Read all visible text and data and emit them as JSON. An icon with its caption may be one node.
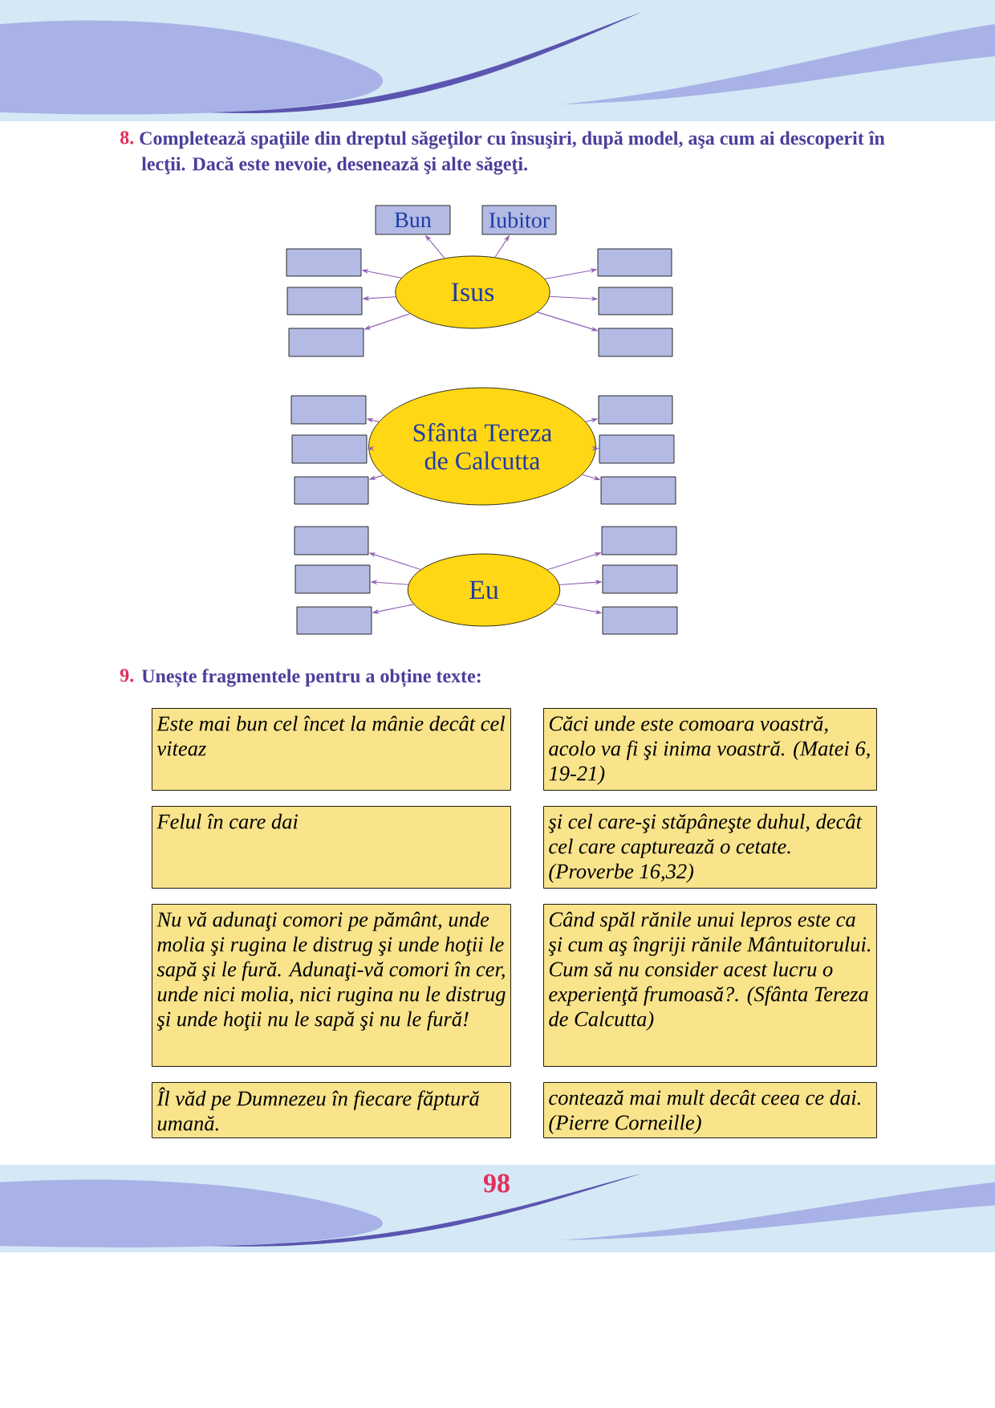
{
  "diagram": {
    "nodes": [
      {
        "text": [
          "Isus"
        ]
      },
      {
        "text": [
          "Bun"
        ]
      },
      {
        "text": [
          "Iubitor"
        ]
      },
      {
        "text": [],
        "shape": "box"
      },
      {
        "text": [],
        "shape": "box"
      },
      {
        "text": [],
        "shape": "box"
      },
      {
        "text": [],
        "shape": "box"
      },
      {
        "text": [],
        "shape": "box"
      },
      {
        "text": [],
        "shape": "box"
      },
      {
        "text": [
          "Sfânta Tereza de Calcutta"
        ]
      },
      {
        "text": [],
        "shape": "box"
      },
      {
        "text": [],
        "shape": "box"
      },
      {
        "text": [],
        "shape": "box"
      },
      {
        "text": [],
        "shape": "box"
      },
      {
        "text": [],
        "shape": "box"
      },
      {
        "text": [],
        "shape": "box"
      },
      {
        "text": [
          "Eu"
        ]
      },
      {
        "text": [],
        "shape": "box"
      },
      {
        "text": [],
        "shape": "box"
      },
      {
        "text": [],
        "shape": "box"
      },
      {
        "text": [],
        "shape": "box"
      },
      {
        "text": [],
        "shape": "box"
      },
      {
        "text": [],
        "shape": "box"
      },
      {
        "text": [
          "Este mai bun cel încet la mânie decât cel viteaz"
        ]
      },
      {
        "text": [
          "Căci unde este comoara voastră, acolo va fi şi inima voastră. (Matei 6, 19-21)"
        ]
      },
      {
        "text": [
          "Felul în care dai"
        ]
      },
      {
        "text": [
          "şi cel care-şi stăpâneşte duhul, decât cel care capturează o cetate. (Proverbe 16,32)"
        ]
      },
      {
        "text": [
          "Nu vă adunaţi comori pe pământ, unde molia şi rugina le distrug şi unde hoţii le sapă şi le fură. Adunaţi-vă comori în cer, unde nici molia, nici rugina nu le distrug şi unde hoţii nu le sapă şi nu le fură!"
        ]
      },
      {
        "text": [
          "Când spăl rănile unui lepros este ca şi cum aş îngriji rănile Mântuitorului. Cum să nu consider acest lucru o experienţă frumoasă?. (Sfânta Tereza de Calcutta)"
        ]
      },
      {
        "text": [
          "Îl văd pe Dumnezeu în fiecare făptură umană."
        ]
      },
      {
        "text": [
          "contează mai mult decât ceea ce dai. (Pierre Corneille)"
        ]
      }
    ],
    "edges": [
      {
        "from": 0,
        "to": 1,
        "arrow": "to"
      },
      {
        "from": 0,
        "to": 2,
        "arrow": "to"
      },
      {
        "from": 0,
        "to": 3,
        "arrow": "to"
      },
      {
        "from": 0,
        "to": 4,
        "arrow": "to"
      },
      {
        "from": 0,
        "to": 5,
        "arrow": "to"
      },
      {
        "from": 0,
        "to": 6,
        "arrow": "to"
      },
      {
        "from": 0,
        "to": 7,
        "arrow": "to"
      },
      {
        "from": 0,
        "to": 8,
        "arrow": "to"
      },
      {
        "from": 9,
        "to": 10,
        "arrow": "to"
      },
      {
        "from": 9,
        "to": 11,
        "arrow": "to"
      },
      {
        "from": 9,
        "to": 12,
        "arrow": "to"
      },
      {
        "from": 9,
        "to": 13,
        "arrow": "to"
      },
      {
        "from": 9,
        "to": 14,
        "arrow": "to"
      },
      {
        "from": 9,
        "to": 15,
        "arrow": "to"
      },
      {
        "from": 16,
        "to": 17,
        "arrow": "to"
      },
      {
        "from": 16,
        "to": 18,
        "arrow": "to"
      },
      {
        "from": 16,
        "to": 19,
        "arrow": "to"
      },
      {
        "from": 16,
        "to": 20,
        "arrow": "to"
      },
      {
        "from": 16,
        "to": 21,
        "arrow": "to"
      },
      {
        "from": 16,
        "to": 22,
        "arrow": "to"
      }
    ],
    "labels": [
      "8.",
      "Completează spaţiile din dreptul săgeţilor cu însuşiri, după model, aşa cum ai descoperit în lecţii. Dacă este nevoie, desenează şi alte săgeţi.",
      "9.",
      "Unește fragmentele pentru a obține texte:",
      "98"
    ]
  }
}
